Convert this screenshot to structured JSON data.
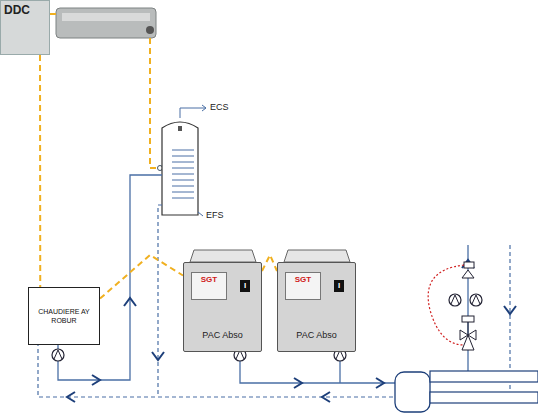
{
  "diagram": {
    "nodes": [
      {
        "text": [
          "DDC"
        ]
      },
      {
        "text": [
          "CHAUDIERE AY ROBUR"
        ]
      },
      {
        "text": [
          "PAC Abso"
        ]
      },
      {
        "text": [
          "SGT"
        ],
        "in": 2
      },
      {
        "text": [
          "PAC Abso"
        ]
      },
      {
        "text": [
          "SGT"
        ],
        "in": 4
      }
    ],
    "edges": [
      {
        "from": 0,
        "to": 1,
        "arrow": "none"
      },
      {
        "from": 1,
        "to": 2,
        "arrow": "none"
      },
      {
        "from": 2,
        "to": 4,
        "arrow": "none"
      }
    ],
    "labels": [
      "ECS",
      "EFS",
      "I",
      "I"
    ]
  }
}
